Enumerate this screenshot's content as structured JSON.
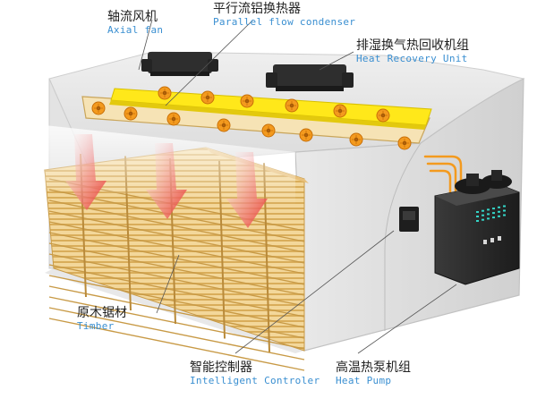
{
  "labels": {
    "axial_fan": {
      "zh": "轴流风机",
      "en": "Axial fan"
    },
    "condenser": {
      "zh": "平行流铝换热器",
      "en": "Parallel flow condenser"
    },
    "heat_recovery": {
      "zh": "排湿换气热回收机组",
      "en": "Heat Recovery Unit"
    },
    "timber": {
      "zh": "原木锯材",
      "en": "Timber"
    },
    "controller": {
      "zh": "智能控制器",
      "en": "Intelligent Controler"
    },
    "heat_pump": {
      "zh": "高温热泵机组",
      "en": "Heat Pump"
    }
  },
  "colors": {
    "chamber_wall": "#e6e6e6",
    "chamber_front": "#d4d4d4",
    "fan_orange": "#f39a1e",
    "condenser_yellow": "#ffe81a",
    "timber_light": "#f3d79a",
    "timber_dark": "#d9ad5a",
    "airflow_red": "#e8302a",
    "unit_dark": "#2b2b2b",
    "label_blue": "#3a8fd1"
  },
  "icons": [
    "axial-fan-icon",
    "airflow-arrow-icon",
    "controller-box-icon",
    "heat-pump-icon"
  ]
}
